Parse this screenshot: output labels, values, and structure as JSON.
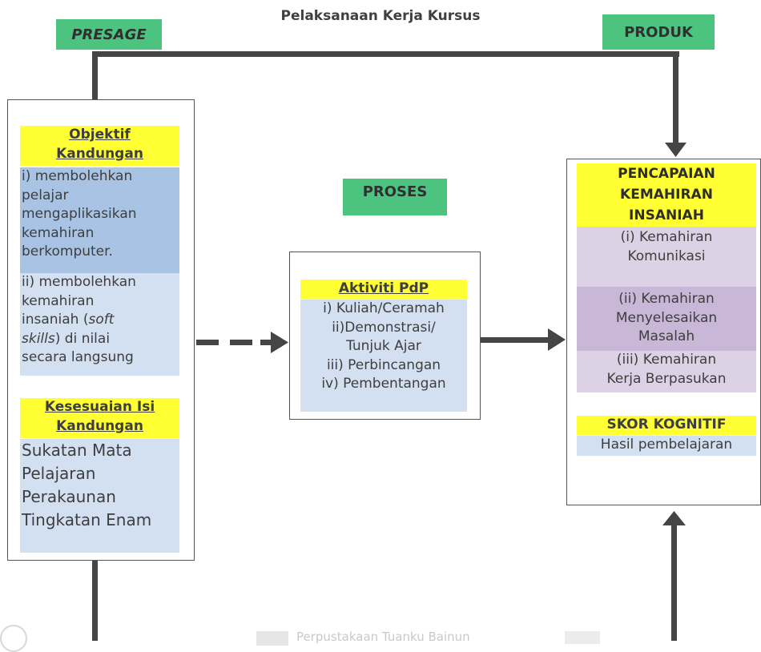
{
  "title": "Pelaksanaan Kerja Kursus",
  "tags": {
    "presage": "PRESAGE",
    "produk": "PRODUK",
    "proses": "PROSES"
  },
  "left": {
    "heading1": [
      "Objektif",
      "Kandungan"
    ],
    "item1": [
      "i) membolehkan",
      "pelajar",
      "mengaplikasikan",
      "kemahiran",
      "berkomputer."
    ],
    "item2_line1": "ii) membolehkan",
    "item2_line2": "kemahiran",
    "item2_line3_pre": "insaniah (",
    "item2_line3_em": "soft",
    "item2_line4_em": "skills",
    "item2_line4_post": ") di nilai",
    "item2_line5": "secara langsung",
    "heading2": [
      "Kesesuaian Isi",
      "Kandungan"
    ],
    "item3": [
      "Sukatan Mata",
      "Pelajaran",
      "Perakaunan",
      "Tingkatan Enam"
    ]
  },
  "middle": {
    "heading": "Aktiviti PdP",
    "items": [
      "i) Kuliah/Ceramah",
      "ii)Demonstrasi/",
      "Tunjuk Ajar",
      "iii) Perbincangan",
      "iv) Pembentangan"
    ]
  },
  "right": {
    "heading": [
      "PENCAPAIAN",
      "KEMAHIRAN",
      "INSANIAH"
    ],
    "skill1": [
      "(i) Kemahiran",
      "Komunikasi"
    ],
    "skill2": [
      "(ii) Kemahiran",
      "Menyelesaikan",
      "Masalah"
    ],
    "skill3": [
      "(iii) Kemahiran",
      "Kerja Berpasukan"
    ],
    "heading2": "SKOR KOGNITIF",
    "item": "Hasil pembelajaran"
  },
  "footer": {
    "watermark": "Perpustakaan Tuanku Bainun"
  },
  "colors": {
    "green": "#4cc47f",
    "yellow": "#ffff33",
    "blue": "#a9c3e5",
    "lightblue": "#d3e0f2",
    "lavender": "#ddd2e5",
    "line": "#454545"
  }
}
